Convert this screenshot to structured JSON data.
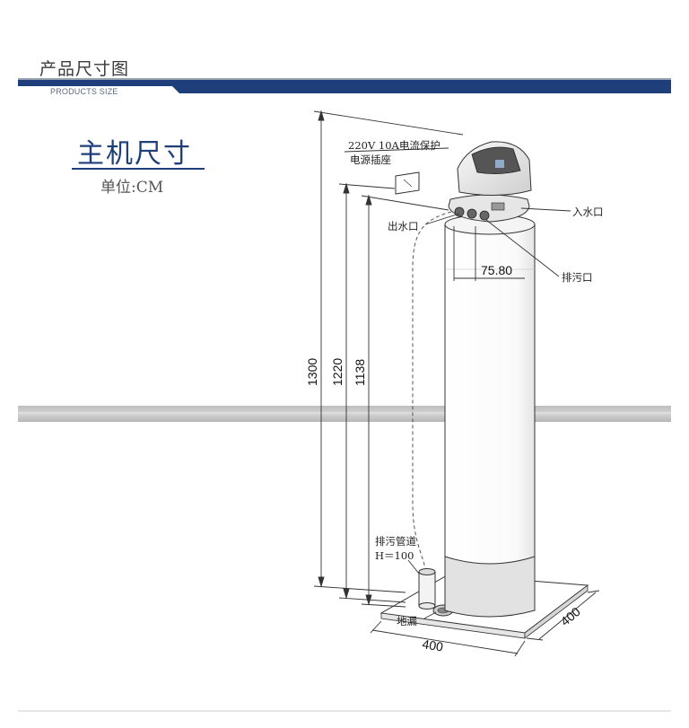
{
  "header": {
    "title": "产品尺寸图",
    "subtitle": "PRODUCTS SIZE"
  },
  "main": {
    "title": "主机尺寸",
    "unit": "单位:CM"
  },
  "labels": {
    "power_line1": "220V 10A电流保护",
    "power_line2": "电源插座",
    "inlet": "入水口",
    "outlet": "出水口",
    "drain_port": "排污口",
    "drain_pipe_line1": "排污管道",
    "drain_pipe_line2": "H＝100",
    "floor_drain": "地漏"
  },
  "dimensions": {
    "total_height": "1300",
    "tank_height": "1220",
    "body_height": "1138",
    "diameter": "75.80",
    "base_width": "400",
    "base_depth": "400"
  },
  "colors": {
    "accent": "#1f3f7a",
    "band": "#c0c0c0"
  }
}
